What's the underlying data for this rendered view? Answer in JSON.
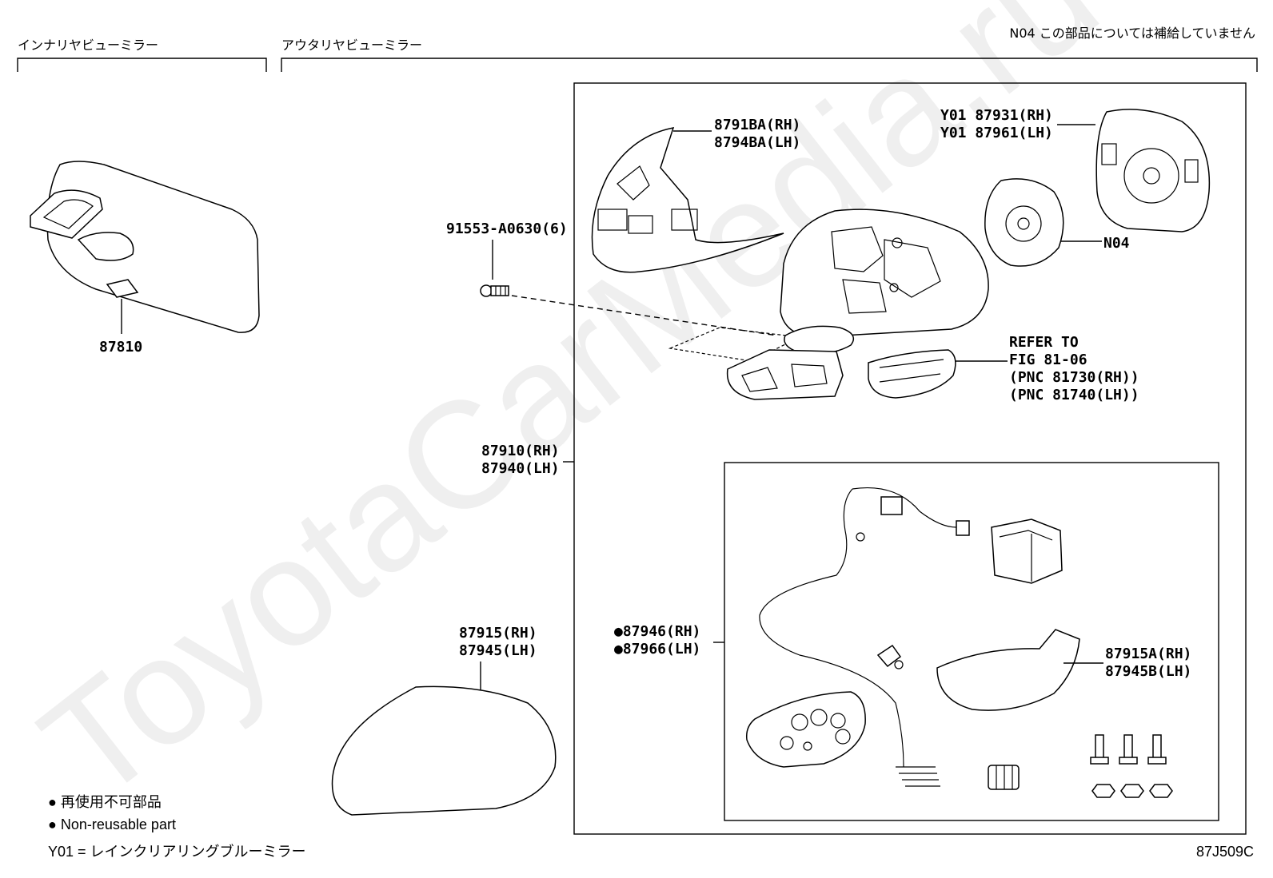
{
  "watermark": "ToyotaCarMedia.ru",
  "notice": "N04 この部品については補給していません",
  "sections": {
    "inner": "インナリヤビューミラー",
    "outer": "アウタリヤビューミラー"
  },
  "parts": {
    "p87810": "87810",
    "screw": "91553-A0630(6)",
    "housing_rh": "8791BA(RH)",
    "housing_lh": "8794BA(LH)",
    "glass_rh": "Y01 87931(RH)",
    "glass_lh": "Y01 87961(LH)",
    "n04": "N04",
    "refer_1": "REFER TO",
    "refer_2": "FIG 81-06",
    "refer_3": "(PNC 81730(RH))",
    "refer_4": "(PNC 81740(LH))",
    "assy_rh": "87910(RH)",
    "assy_lh": "87940(LH)",
    "cover_rh": "87915(RH)",
    "cover_lh": "87945(LH)",
    "harness_rh": "●87946(RH)",
    "harness_lh": "●87966(LH)",
    "cap_rh": "87915A(RH)",
    "cap_lh": "87945B(LH)"
  },
  "legend": {
    "jp": "● 再使用不可部品",
    "en": "● Non-reusable part",
    "y01": "Y01 = レインクリアリングブルーミラー"
  },
  "figure_id": "87J509C"
}
